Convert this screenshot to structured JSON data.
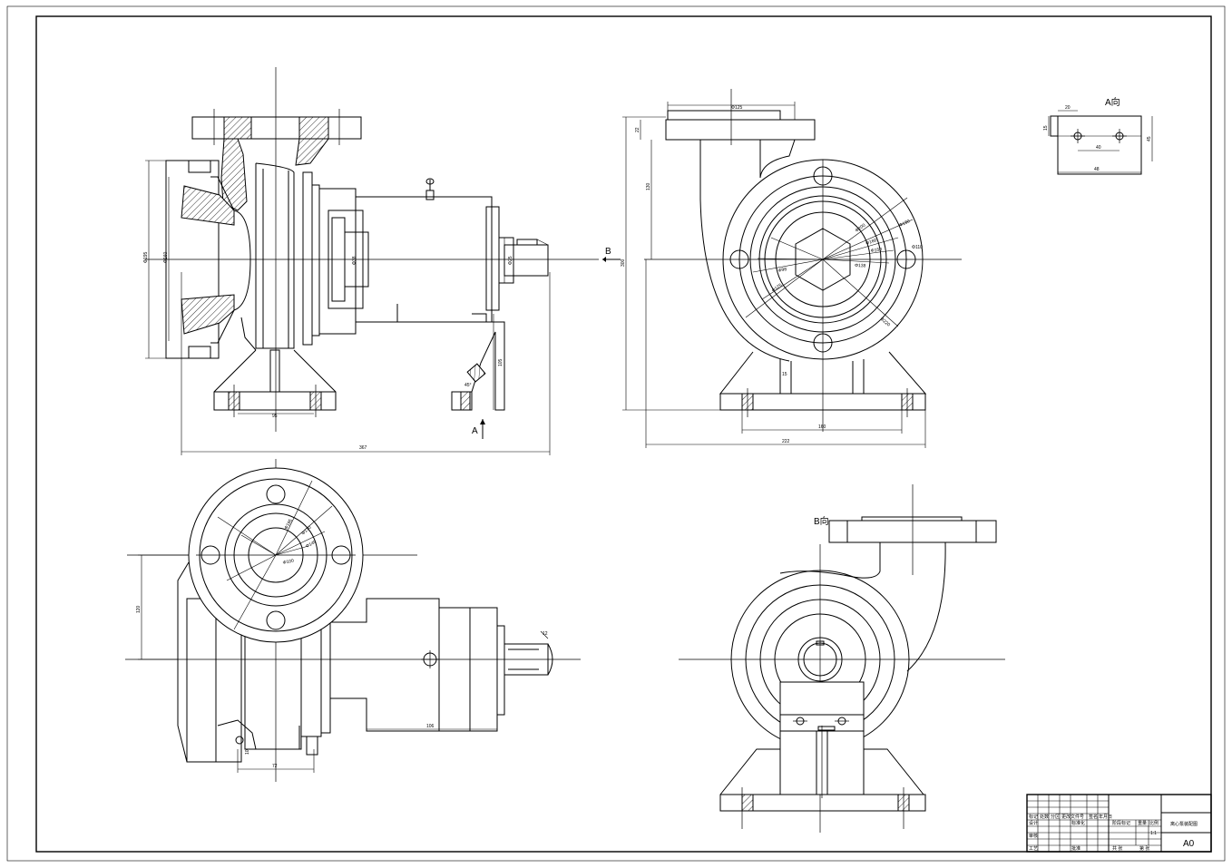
{
  "drawing": {
    "view_labels": {
      "section_a": "A",
      "section_b": "B",
      "view_a": "A向",
      "view_b": "B向"
    },
    "dimensions": {
      "main_length": "367",
      "foot_spacing_main": "95",
      "bracket_height": "105",
      "bracket_angle": "45°",
      "flange_outer": "Φ195",
      "flange_inner": "Φ160",
      "shaft_dia": "Φ25",
      "seal_dia": "Φ38",
      "side_height": "300",
      "side_top": "130",
      "side_width": "222",
      "side_foot": "160",
      "side_flange_width": "Φ125",
      "side_flange_thk": "22",
      "base_gap": "15",
      "face_radii": [
        "Φ200",
        "Φ180",
        "Φ160",
        "Φ150",
        "Φ138",
        "Φ125",
        "Φ110",
        "Φ98",
        "Φ220"
      ],
      "plan_radii": [
        "Φ195",
        "Φ170",
        "Φ145",
        "Φ100"
      ],
      "plan_height": "120",
      "plan_foot": "72",
      "plan_body": "106",
      "shaft_key": "12",
      "plan_hole": "10",
      "view_a_width": "48",
      "view_a_spacing": "40",
      "view_a_top": "20",
      "view_a_height": "45",
      "view_a_left": "15"
    }
  },
  "title_block": {
    "sheet_size": "A0",
    "drawing_name": "离心泵装配图",
    "scale": "1:1",
    "rows": [
      [
        "标记",
        "处数",
        "分区",
        "更改文件号",
        "签名",
        "年月日"
      ],
      [
        "设计",
        "",
        "标准化",
        "",
        "阶段标记",
        "重量",
        "比例"
      ],
      [
        "审核",
        "",
        "",
        "",
        "",
        "",
        ""
      ],
      [
        "工艺",
        "",
        "批准",
        "",
        "共 张",
        "第 张"
      ]
    ]
  }
}
